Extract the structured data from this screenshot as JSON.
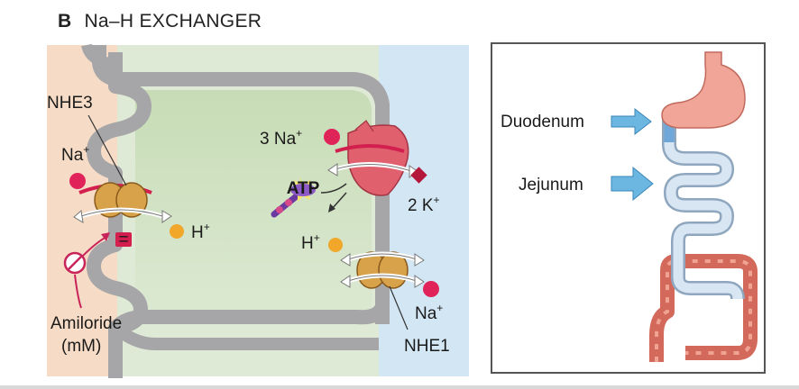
{
  "panel": {
    "letter": "B",
    "title": "Na–H EXCHANGER"
  },
  "cell_diagram": {
    "labels": {
      "nhe3": "NHE3",
      "na_left": "Na",
      "na_left_sup": "+",
      "h_left": "H",
      "h_left_sup": "+",
      "amiloride_line1": "Amiloride",
      "amiloride_line2": "(mM)",
      "three_na": "3 Na",
      "three_na_sup": "+",
      "atp": "ATP",
      "two_k": "2 K",
      "two_k_sup": "+",
      "h_right": "H",
      "h_right_sup": "+",
      "na_right": "Na",
      "na_right_sup": "+",
      "nhe1": "NHE1",
      "inhibit_mark": "="
    }
  },
  "gi_diagram": {
    "labels": {
      "duodenum": "Duodenum",
      "jejunum": "Jejunum"
    }
  },
  "colors": {
    "lumen": "#f6dcc6",
    "cytoplasm": "#cfe0c2",
    "interstitium": "#d3e6f4",
    "membrane": "#a6a6a8",
    "transporter": "#d8a24a",
    "pump": "#e0606e",
    "na_ion": "#e0245a",
    "h_ion": "#f0a72a",
    "k_ion": "#b5173a",
    "arrow_blue": "#6bb7e2",
    "stomach": "#f1a598",
    "colon": "#d3695a",
    "intestine": "#c8d9ec"
  }
}
